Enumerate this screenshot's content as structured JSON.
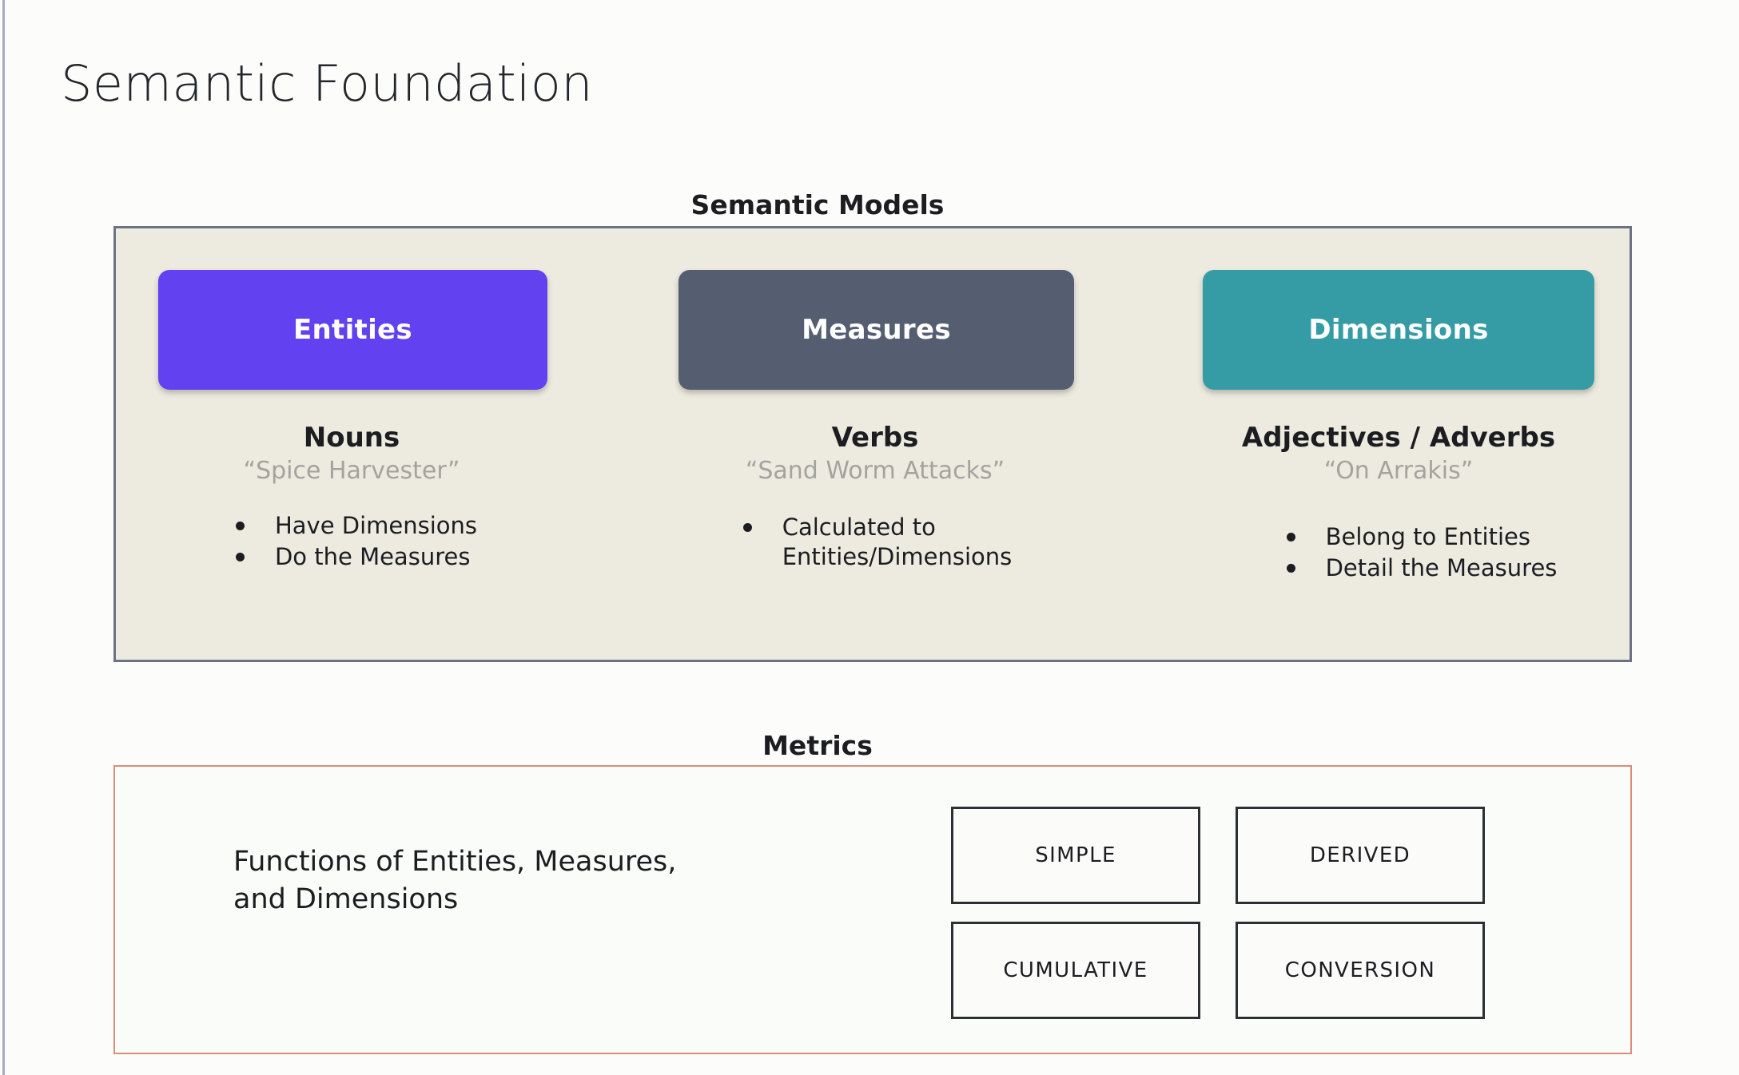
{
  "page": {
    "title": "Semantic Foundation",
    "background_color": "#FCFDFB"
  },
  "semantic_models": {
    "heading": "Semantic Models",
    "panel_bg": "#EDEAE0",
    "panel_border": "#6B7285",
    "columns": [
      {
        "card_label": "Entities",
        "card_color": "#6141F0",
        "part_of_speech": "Nouns",
        "example": "“Spice Harvester”",
        "bullets": [
          "Have Dimensions",
          "Do the Measures"
        ]
      },
      {
        "card_label": "Measures",
        "card_color": "#555E70",
        "part_of_speech": "Verbs",
        "example": "“Sand Worm Attacks”",
        "bullets": [
          "Calculated to\nEntities/Dimensions"
        ]
      },
      {
        "card_label": "Dimensions",
        "card_color": "#359BA4",
        "part_of_speech": "Adjectives / Adverbs",
        "example": "“On Arrakis”",
        "bullets": [
          "Belong to Entities",
          "Detail the Measures"
        ]
      }
    ]
  },
  "metrics": {
    "heading": "Metrics",
    "panel_border": "#D98E76",
    "description": "Functions of Entities, Measures,\nand Dimensions",
    "types": [
      "SIMPLE",
      "DERIVED",
      "CUMULATIVE",
      "CONVERSION"
    ]
  }
}
